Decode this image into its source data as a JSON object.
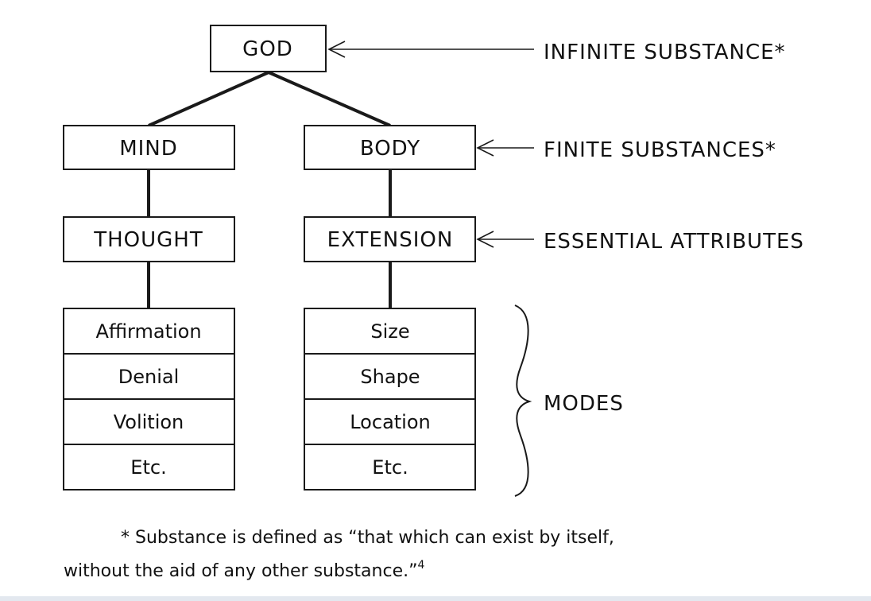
{
  "top": {
    "label": "GOD"
  },
  "left_branch": {
    "substance": "MIND",
    "attribute": "THOUGHT",
    "modes": [
      "Affirmation",
      "Denial",
      "Volition",
      "Etc."
    ]
  },
  "right_branch": {
    "substance": "BODY",
    "attribute": "EXTENSION",
    "modes": [
      "Size",
      "Shape",
      "Location",
      "Etc."
    ]
  },
  "annotations": {
    "infinite": "INFINITE SUBSTANCE*",
    "finite": "FINITE SUBSTANCES*",
    "attributes": "ESSENTIAL ATTRIBUTES",
    "modes": "MODES"
  },
  "footnote": {
    "line1": "* Substance is defined as “that which can exist by itself,",
    "line2": "without the aid of any other substance.”",
    "superscript": "4"
  }
}
